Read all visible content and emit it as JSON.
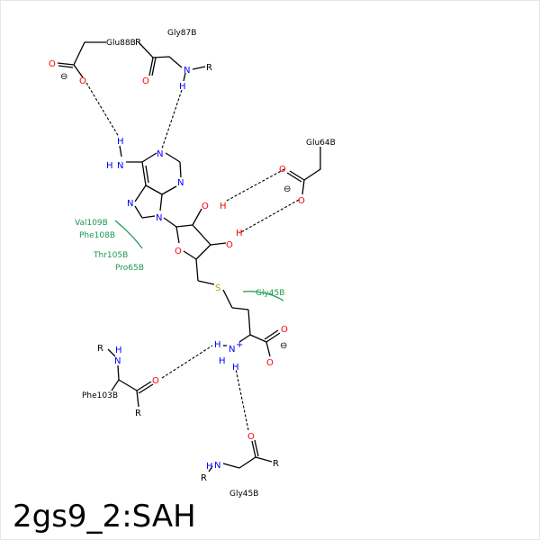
{
  "caption": "2gs9_2:SAH",
  "colors": {
    "carbon_bond": "#000000",
    "nitrogen": "#0000ff",
    "oxygen": "#ff0000",
    "sulfur": "#b8a000",
    "hydrophobic": "#1a9850"
  },
  "residues": {
    "glu88": "Glu88B",
    "gly87": "Gly87B",
    "glu64": "Glu64B",
    "val109": "Val109B",
    "phe108": "Phe108B",
    "thr105": "Thr105B",
    "pro65": "Pro65B",
    "gly45_hyd": "Gly45B",
    "phe103": "Phe103B",
    "gly45": "Gly45B"
  },
  "atoms": {
    "O": "O",
    "N": "N",
    "H": "H",
    "S": "S",
    "R": "R",
    "minus": "⊖",
    "plus": "+"
  }
}
